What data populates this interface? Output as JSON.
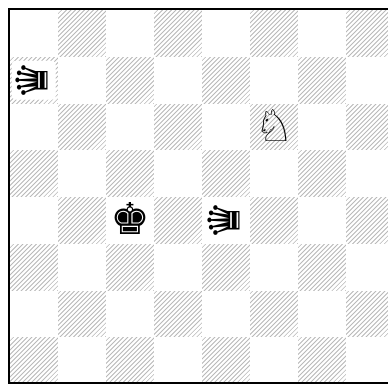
{
  "board": {
    "squares": [
      [
        "",
        "",
        "",
        "",
        "",
        "",
        "",
        ""
      ],
      [
        "bQ",
        "",
        "",
        "",
        "",
        "",
        "",
        ""
      ],
      [
        "",
        "",
        "",
        "",
        "",
        "wN",
        "",
        ""
      ],
      [
        "",
        "",
        "",
        "",
        "",
        "",
        "",
        ""
      ],
      [
        "",
        "",
        "bK",
        "",
        "bQ",
        "",
        "",
        ""
      ],
      [
        "",
        "",
        "",
        "",
        "",
        "",
        "",
        ""
      ],
      [
        "",
        "",
        "",
        "",
        "",
        "",
        "",
        ""
      ],
      [
        "",
        "",
        "",
        "",
        "",
        "",
        "",
        ""
      ]
    ]
  },
  "pieces": {
    "bK": {
      "glyph": "♚",
      "name": "black-king-icon",
      "color": "black"
    },
    "bQ": {
      "glyph": "♛",
      "name": "black-queen-icon",
      "color": "black"
    },
    "wN": {
      "glyph": "♘",
      "name": "white-knight-icon",
      "color": "white"
    }
  }
}
